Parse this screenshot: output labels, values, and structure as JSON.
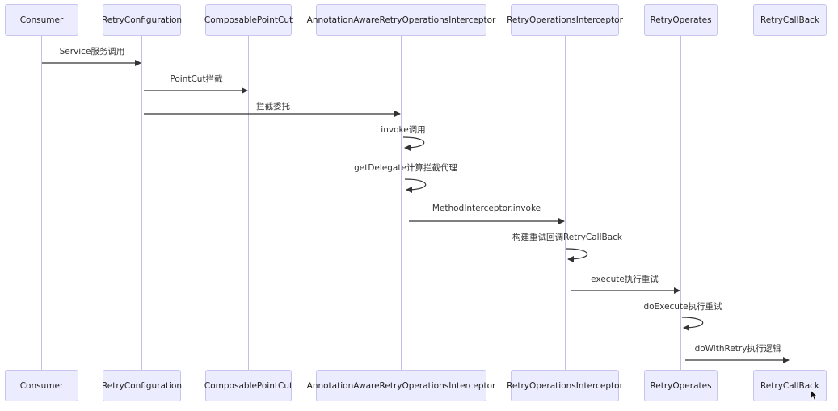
{
  "participants": [
    {
      "label": "Consumer"
    },
    {
      "label": "RetryConfiguration"
    },
    {
      "label": "ComposablePointCut"
    },
    {
      "label": "AnnotationAwareRetryOperationsInterceptor"
    },
    {
      "label": "RetryOperationsInterceptor"
    },
    {
      "label": "RetryOperates"
    },
    {
      "label": "RetryCallBack"
    }
  ],
  "messages": [
    {
      "label": "Service服务调用"
    },
    {
      "label": "PointCut拦截"
    },
    {
      "label": "拦截委托"
    },
    {
      "label": "invoke调用"
    },
    {
      "label": "getDelegate计算拦截代理"
    },
    {
      "label": "MethodInterceptor.invoke"
    },
    {
      "label": "构建重试回调RetryCallBack"
    },
    {
      "label": "execute执行重试"
    },
    {
      "label": "doExecute执行重试"
    },
    {
      "label": "doWithRetry执行逻辑"
    }
  ],
  "colors": {
    "actor_fill": "#ececff",
    "actor_border": "#c9c3ef",
    "line": "#333333"
  }
}
